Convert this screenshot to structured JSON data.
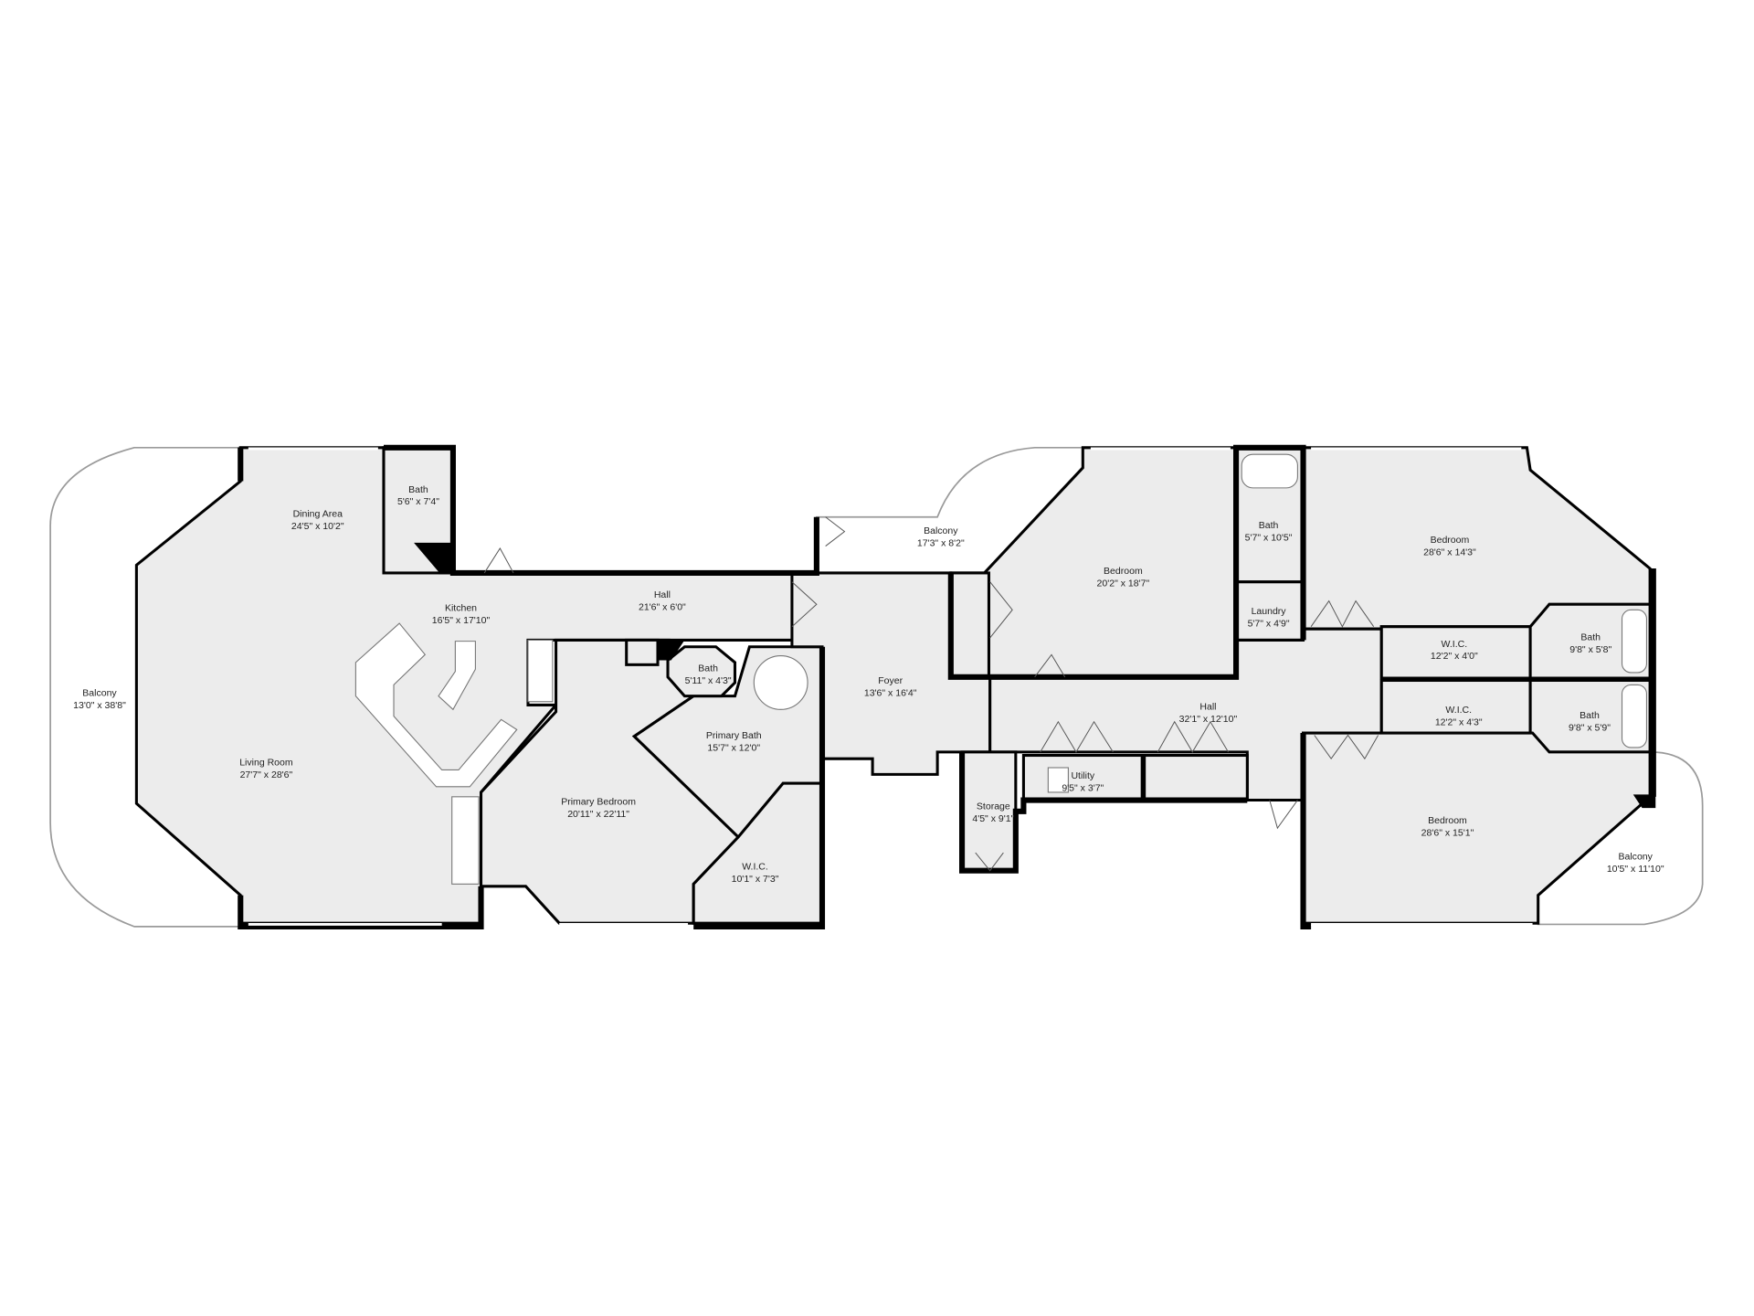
{
  "floor_plan": {
    "rooms": {
      "balcony_west": {
        "name": "Balcony",
        "dims": "13'0\" x 38'8\""
      },
      "dining_area": {
        "name": "Dining Area",
        "dims": "24'5\" x 10'2\""
      },
      "bath_dining": {
        "name": "Bath",
        "dims": "5'6\" x 7'4\""
      },
      "kitchen": {
        "name": "Kitchen",
        "dims": "16'5\" x 17'10\""
      },
      "hall_west": {
        "name": "Hall",
        "dims": "21'6\" x 6'0\""
      },
      "living_room": {
        "name": "Living Room",
        "dims": "27'7\" x 28'6\""
      },
      "bath_small": {
        "name": "Bath",
        "dims": "5'11\" x 4'3\""
      },
      "primary_bath": {
        "name": "Primary Bath",
        "dims": "15'7\" x 12'0\""
      },
      "primary_bedroom": {
        "name": "Primary Bedroom",
        "dims": "20'11\" x 22'11\""
      },
      "wic_primary": {
        "name": "W.I.C.",
        "dims": "10'1\" x 7'3\""
      },
      "balcony_north": {
        "name": "Balcony",
        "dims": "17'3\" x 8'2\""
      },
      "foyer": {
        "name": "Foyer",
        "dims": "13'6\" x 16'4\""
      },
      "bedroom_north": {
        "name": "Bedroom",
        "dims": "20'2\" x 18'7\""
      },
      "bath_north": {
        "name": "Bath",
        "dims": "5'7\" x 10'5\""
      },
      "laundry": {
        "name": "Laundry",
        "dims": "5'7\" x 4'9\""
      },
      "bedroom_ne": {
        "name": "Bedroom",
        "dims": "28'6\" x 14'3\""
      },
      "wic_1": {
        "name": "W.I.C.",
        "dims": "12'2\" x 4'0\""
      },
      "bath_east_1": {
        "name": "Bath",
        "dims": "9'8\" x 5'8\""
      },
      "wic_2": {
        "name": "W.I.C.",
        "dims": "12'2\" x 4'3\""
      },
      "bath_east_2": {
        "name": "Bath",
        "dims": "9'8\" x 5'9\""
      },
      "hall_east": {
        "name": "Hall",
        "dims": "32'1\" x 12'10\""
      },
      "utility": {
        "name": "Utility",
        "dims": "9'5\" x 3'7\""
      },
      "storage": {
        "name": "Storage",
        "dims": "4'5\" x 9'1\""
      },
      "bedroom_se": {
        "name": "Bedroom",
        "dims": "28'6\" x 15'1\""
      },
      "balcony_east": {
        "name": "Balcony",
        "dims": "10'5\" x 11'10\""
      }
    },
    "colors": {
      "room_fill": "#ececec",
      "wall": "#000000",
      "background": "#ffffff"
    }
  }
}
